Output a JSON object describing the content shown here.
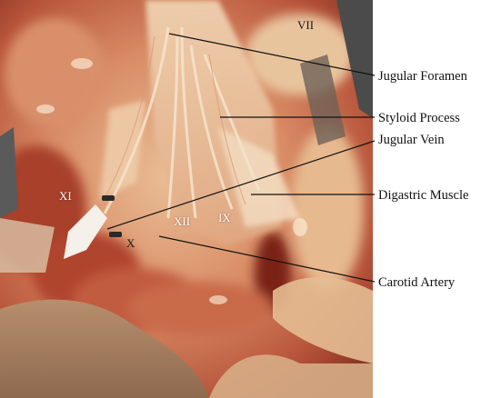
{
  "figure": {
    "nerve_labels": {
      "vii": "VII",
      "xi": "XI",
      "xii": "XII",
      "ix": "IX",
      "x": "X"
    },
    "callouts": {
      "jugular_foramen": "Jugular Foramen",
      "styloid_process": "Styloid Process",
      "jugular_vein": "Jugular Vein",
      "digastric_muscle": "Digastric Muscle",
      "carotid_artery": "Carotid Artery"
    },
    "colors": {
      "tissue_base": "#c9664a",
      "tissue_light": "#e6b58e",
      "tissue_dark": "#7d2a1c",
      "retractor": "#3a3a3a",
      "leader_line": "#111111"
    }
  }
}
